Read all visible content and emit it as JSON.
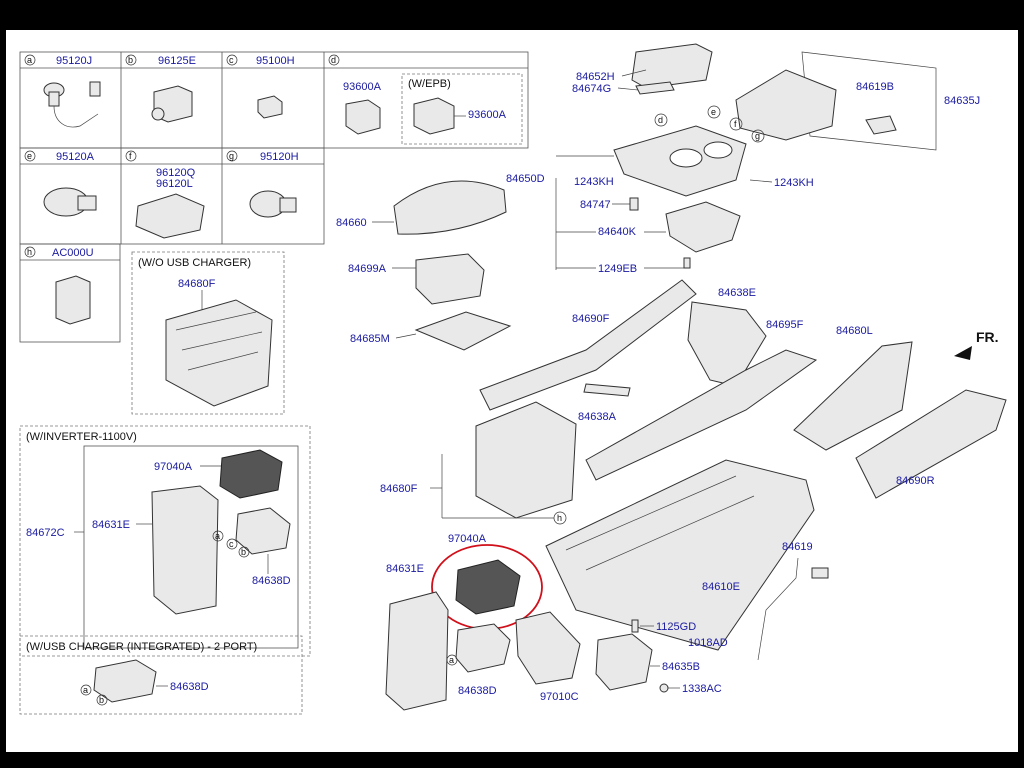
{
  "boxes": {
    "a": {
      "letter": "a",
      "part": "95120J"
    },
    "b": {
      "letter": "b",
      "part": "96125E"
    },
    "c": {
      "letter": "c",
      "part": "95100H"
    },
    "d": {
      "letter": "d",
      "part": "93600A",
      "sub_header": "(W/EPB)",
      "sub_part": "93600A"
    },
    "e": {
      "letter": "e",
      "part": "95120A"
    },
    "f": {
      "letter": "f",
      "part1": "96120Q",
      "part2": "96120L"
    },
    "g": {
      "letter": "g",
      "part": "95120H"
    },
    "h": {
      "letter": "h",
      "part": "AC000U"
    }
  },
  "wo_usb": {
    "header": "(W/O USB CHARGER)",
    "part": "84680F"
  },
  "inverter": {
    "header": "(W/INVERTER-1100V)",
    "p1": "97040A",
    "p2": "84672C",
    "p3": "84631E",
    "p4": "84638D"
  },
  "usb2": {
    "header": "(W/USB CHARGER (INTEGRATED) - 2 PORT)",
    "part": "84638D"
  },
  "labels": {
    "l84652H": "84652H",
    "l84674G": "84674G",
    "l84650D": "84650D",
    "l1243KH_a": "1243KH",
    "l1243KH_b": "1243KH",
    "l84747": "84747",
    "l84640K": "84640K",
    "l1249EB": "1249EB",
    "l84619B": "84619B",
    "l84635J": "84635J",
    "l84660": "84660",
    "l84699A": "84699A",
    "l84685M": "84685M",
    "l84690F": "84690F",
    "l84638E": "84638E",
    "l84695F": "84695F",
    "l84680L": "84680L",
    "l84638A": "84638A",
    "l84680F": "84680F",
    "l84690R": "84690R",
    "l97040A": "97040A",
    "l84631E": "84631E",
    "l84619": "84619",
    "l84610E": "84610E",
    "l1125GD": "1125GD",
    "l1018AD": "1018AD",
    "l84635B": "84635B",
    "l1338AC": "1338AC",
    "l84638D": "84638D",
    "l97010C": "97010C",
    "fr": "FR."
  },
  "circle_refs": {
    "d": "d",
    "e": "e",
    "f": "f",
    "g": "g",
    "h": "h",
    "a1": "a",
    "a2": "a",
    "b1": "b",
    "b2": "b",
    "c1": "c",
    "a3": "a"
  },
  "colors": {
    "label": "#1a1aa0",
    "highlight": "#d0101a"
  }
}
